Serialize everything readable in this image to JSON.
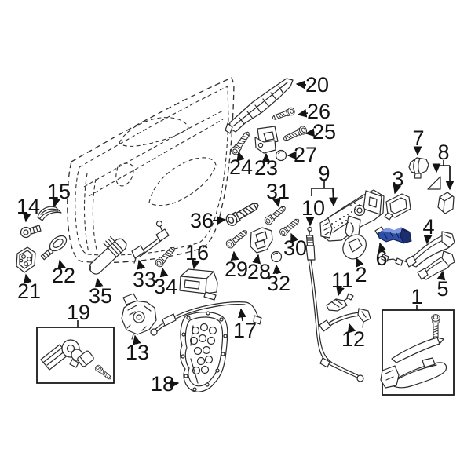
{
  "diagram": {
    "background_color": "#ffffff",
    "line_color": "#2b2b2b",
    "highlight": {
      "fill": "#3050a8",
      "light": "#7e97da",
      "dark": "#1c2e6e",
      "stroke": "#0e1c4e"
    },
    "callouts": {
      "c1": "1",
      "c2": "2",
      "c3": "3",
      "c4": "4",
      "c5": "5",
      "c6": "6",
      "c7": "7",
      "c8": "8",
      "c9": "9",
      "c10": "10",
      "c11": "11",
      "c12": "12",
      "c13": "13",
      "c14": "14",
      "c15": "15",
      "c16": "16",
      "c17": "17",
      "c18": "18",
      "c19": "19",
      "c20": "20",
      "c21": "21",
      "c22": "22",
      "c23": "23",
      "c24": "24",
      "c25": "25",
      "c26": "26",
      "c27": "27",
      "c28": "28",
      "c29": "29",
      "c30": "30",
      "c31": "31",
      "c32": "32",
      "c33": "33",
      "c34": "34",
      "c35": "35",
      "c36": "36"
    }
  }
}
